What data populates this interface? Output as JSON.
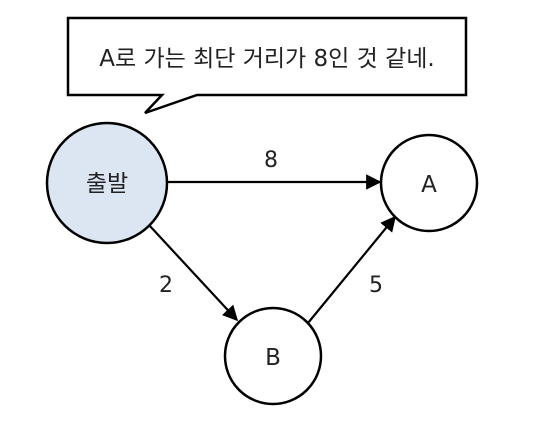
{
  "speech_bubble": {
    "text": "A로 가는 최단 거리가 8인 것 같네."
  },
  "nodes": {
    "start": {
      "label": "출발",
      "fill": "#dce6f2"
    },
    "a": {
      "label": "A",
      "fill": "#ffffff"
    },
    "b": {
      "label": "B",
      "fill": "#ffffff"
    }
  },
  "edges": {
    "start_to_a": {
      "weight": "8"
    },
    "start_to_b": {
      "weight": "2"
    },
    "b_to_a": {
      "weight": "5"
    }
  },
  "colors": {
    "stroke": "#000000",
    "text": "#222222",
    "start_fill": "#dce6f2"
  }
}
